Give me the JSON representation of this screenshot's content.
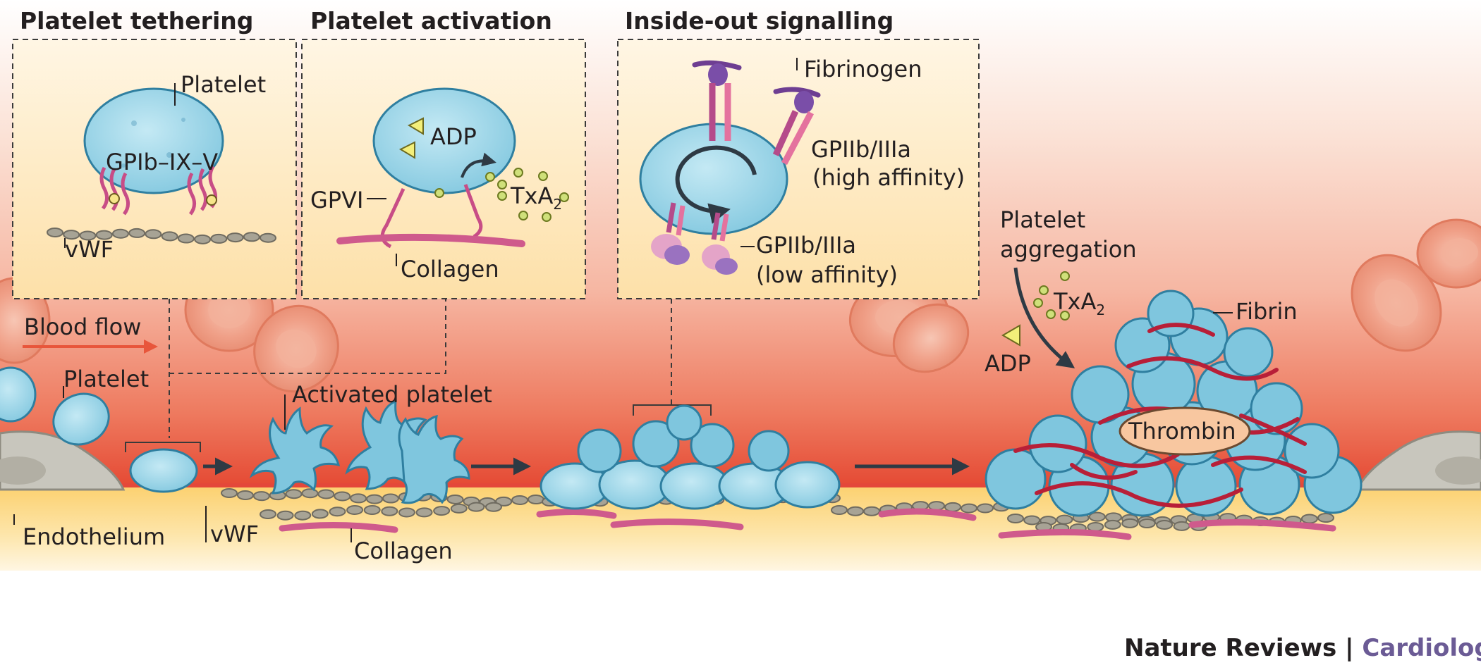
{
  "titles": {
    "tethering": "Platelet tethering",
    "activation": "Platelet activation",
    "signalling": "Inside-out signalling"
  },
  "labels": {
    "platelet_inset": "Platelet",
    "gpib": "GPIb–IX–V",
    "vwf_inset": "vWF",
    "adp_inset": "ADP",
    "gpvi": "GPVI",
    "txa_inset": "TxA",
    "txa_sub": "2",
    "collagen_inset": "Collagen",
    "fibrinogen": "Fibrinogen",
    "gp_high_1": "GPIIb/IIIa",
    "gp_high_2": "(high affinity)",
    "gp_low_1": "GPIIb/IIIa",
    "gp_low_2": "(low affinity)",
    "blood_flow": "Blood flow",
    "platelet_main": "Platelet",
    "activated_platelet": "Activated platelet",
    "endothelium": "Endothelium",
    "vwf_main": "vWF",
    "collagen_main": "Collagen",
    "aggregation_1": "Platelet",
    "aggregation_2": "aggregation",
    "txa_main": "TxA",
    "txa_main_sub": "2",
    "adp_main": "ADP",
    "fibrin": "Fibrin",
    "thrombin": "Thrombin"
  },
  "brand": {
    "journal": "Nature Reviews",
    "separator": " | ",
    "section": "Cardiology"
  },
  "colors": {
    "platelet": "#8ed0e4",
    "platelet_edge": "#3a8fb0",
    "rbc": "#ec9a82",
    "receptor": "#d9558e",
    "vwf": "#9e9a8c",
    "fibrin": "#c0283a",
    "inset_bg": "#fde7bc",
    "adp": "#f3ef7a",
    "txa": "#cfe07a",
    "thrombin": "#f8c7a0",
    "arrow": "#2e3a44",
    "flow_arrow": "#e8563b",
    "brand_accent": "#6b5b95"
  }
}
